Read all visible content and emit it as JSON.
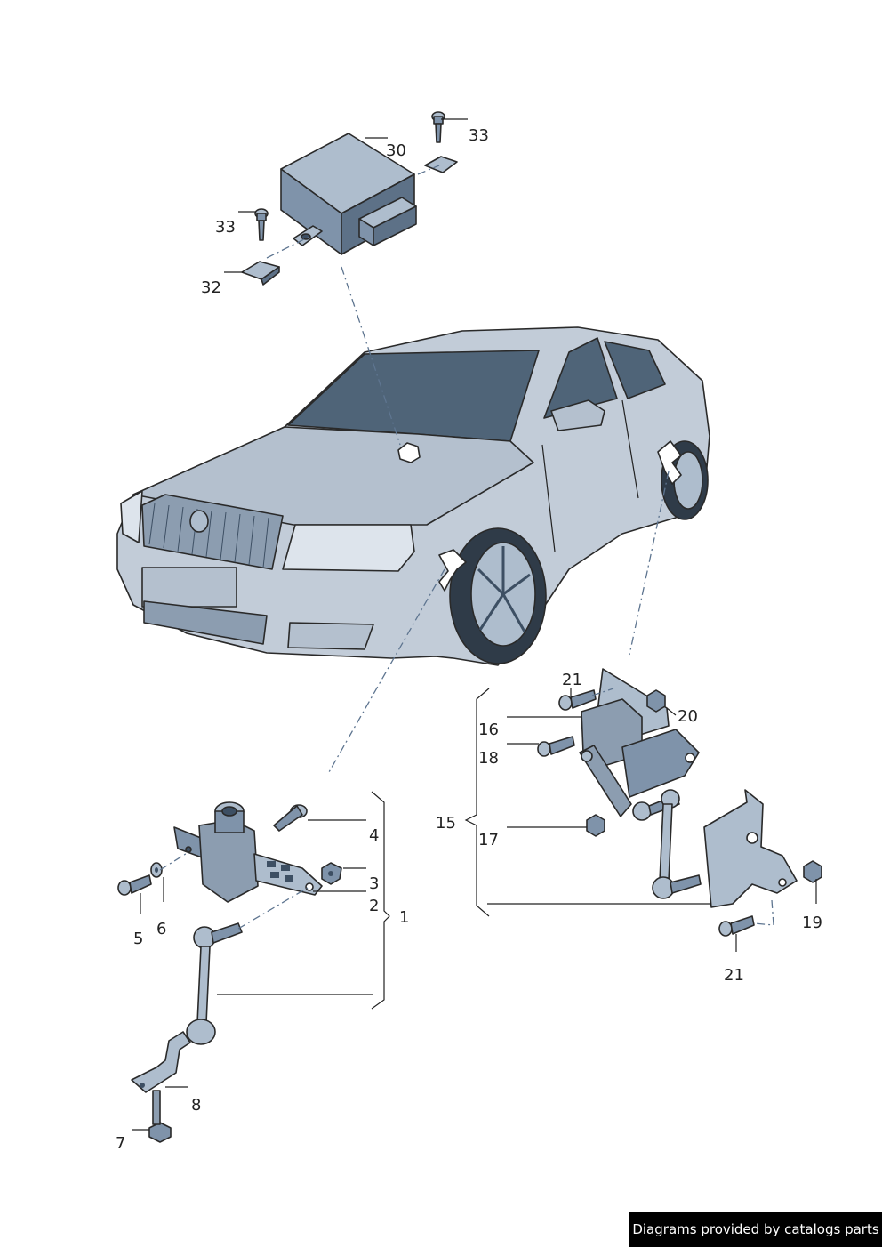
{
  "callouts": {
    "c1": "1",
    "c2": "2",
    "c3": "3",
    "c4": "4",
    "c5": "5",
    "c6": "6",
    "c7": "7",
    "c8": "8",
    "c15": "15",
    "c16": "16",
    "c17": "17",
    "c18": "18",
    "c19": "19",
    "c20": "20",
    "c21a": "21",
    "c21b": "21",
    "c30": "30",
    "c32": "32",
    "c33a": "33",
    "c33b": "33"
  },
  "footer": {
    "text": "Diagrams provided by catalogs parts"
  },
  "colors": {
    "part_fill": "#7f93aa",
    "part_light": "#aebdcd",
    "part_dark": "#3d4f63",
    "car_body": "#c2ccd8",
    "car_glass": "#4f6478",
    "leader": "#222222"
  }
}
